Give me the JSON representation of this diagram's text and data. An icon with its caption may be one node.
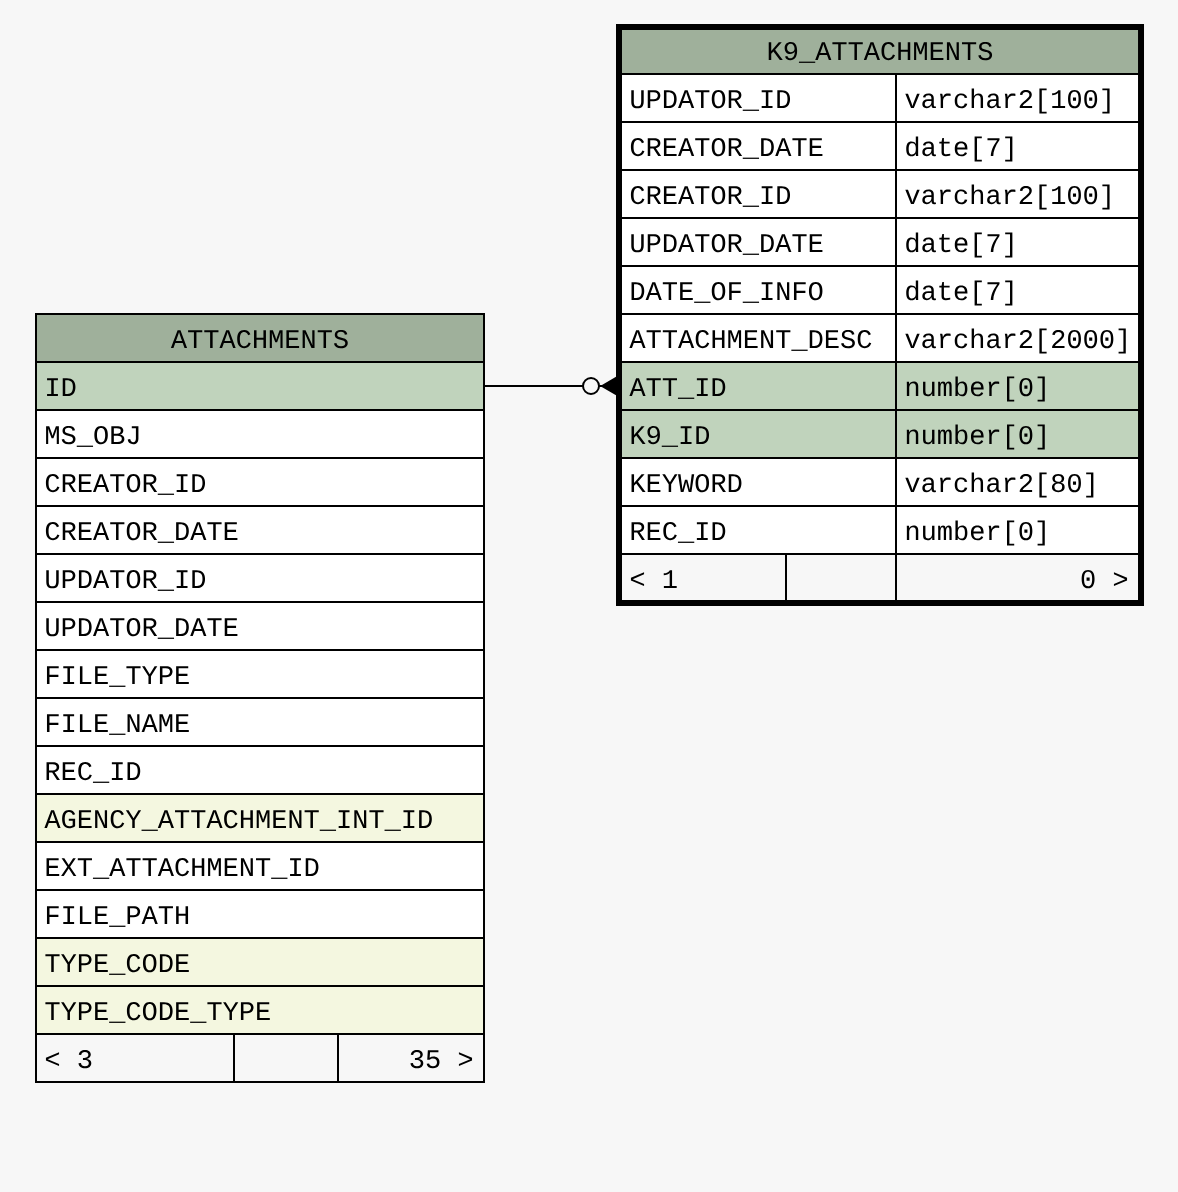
{
  "diagram": {
    "nodes": [
      {
        "text": [
          "K9_ATTACHMENTS"
        ]
      },
      {
        "text": [
          "UPDATOR_ID",
          "varchar2[100]"
        ],
        "in": 0
      },
      {
        "text": [
          "CREATOR_DATE",
          "date[7]"
        ],
        "in": 0
      },
      {
        "text": [
          "CREATOR_ID",
          "varchar2[100]"
        ],
        "in": 0
      },
      {
        "text": [
          "UPDATOR_DATE",
          "date[7]"
        ],
        "in": 0
      },
      {
        "text": [
          "DATE_OF_INFO",
          "date[7]"
        ],
        "in": 0
      },
      {
        "text": [
          "ATTACHMENT_DESC",
          "varchar2[2000]"
        ],
        "in": 0
      },
      {
        "text": [
          "ATT_ID",
          "number[0]"
        ],
        "in": 0
      },
      {
        "text": [
          "K9_ID",
          "number[0]"
        ],
        "in": 0
      },
      {
        "text": [
          "KEYWORD",
          "varchar2[80]"
        ],
        "in": 0
      },
      {
        "text": [
          "REC_ID",
          "number[0]"
        ],
        "in": 0
      },
      {
        "text": [
          "< 1",
          "0 >"
        ],
        "in": 0
      },
      {
        "text": [
          "ATTACHMENTS"
        ]
      },
      {
        "text": [
          "ID"
        ],
        "in": 12
      },
      {
        "text": [
          "MS_OBJ"
        ],
        "in": 12
      },
      {
        "text": [
          "CREATOR_ID"
        ],
        "in": 12
      },
      {
        "text": [
          "CREATOR_DATE"
        ],
        "in": 12
      },
      {
        "text": [
          "UPDATOR_ID"
        ],
        "in": 12
      },
      {
        "text": [
          "UPDATOR_DATE"
        ],
        "in": 12
      },
      {
        "text": [
          "FILE_TYPE"
        ],
        "in": 12
      },
      {
        "text": [
          "FILE_NAME"
        ],
        "in": 12
      },
      {
        "text": [
          "REC_ID"
        ],
        "in": 12
      },
      {
        "text": [
          "AGENCY_ATTACHMENT_INT_ID"
        ],
        "in": 12
      },
      {
        "text": [
          "EXT_ATTACHMENT_ID"
        ],
        "in": 12
      },
      {
        "text": [
          "FILE_PATH"
        ],
        "in": 12
      },
      {
        "text": [
          "TYPE_CODE"
        ],
        "in": 12
      },
      {
        "text": [
          "TYPE_CODE_TYPE"
        ],
        "in": 12
      },
      {
        "text": [
          "< 3",
          "35 >"
        ],
        "in": 12
      }
    ],
    "edges": [
      {
        "from": 13,
        "to": 7,
        "arrow": "other"
      }
    ]
  }
}
